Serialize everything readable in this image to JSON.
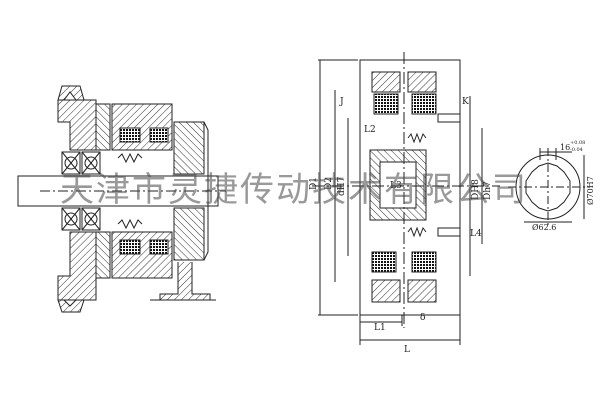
{
  "watermark": "天津市灵捷传动技术有限公司",
  "colors": {
    "line": "#222222",
    "hatch": "#333333",
    "watermark": "#5a5a5a"
  },
  "left_view": {},
  "center_view": {
    "dim_labels": {
      "J": "J",
      "K": "K",
      "L2": "L2",
      "L3": "L3",
      "L4": "L4",
      "L1": "L1",
      "delta": "δ",
      "L": "L",
      "D1": "D1",
      "D2": "D2",
      "dH7": "dH7",
      "DH8": "DH8",
      "Dh7": "Dh7"
    }
  },
  "section_view": {
    "key_width": "16",
    "key_tol_upper": "+0.08",
    "key_tol_lower": "-0.04",
    "bore_dim": "Ø70H7",
    "outer_dim": "Ø62.6"
  }
}
